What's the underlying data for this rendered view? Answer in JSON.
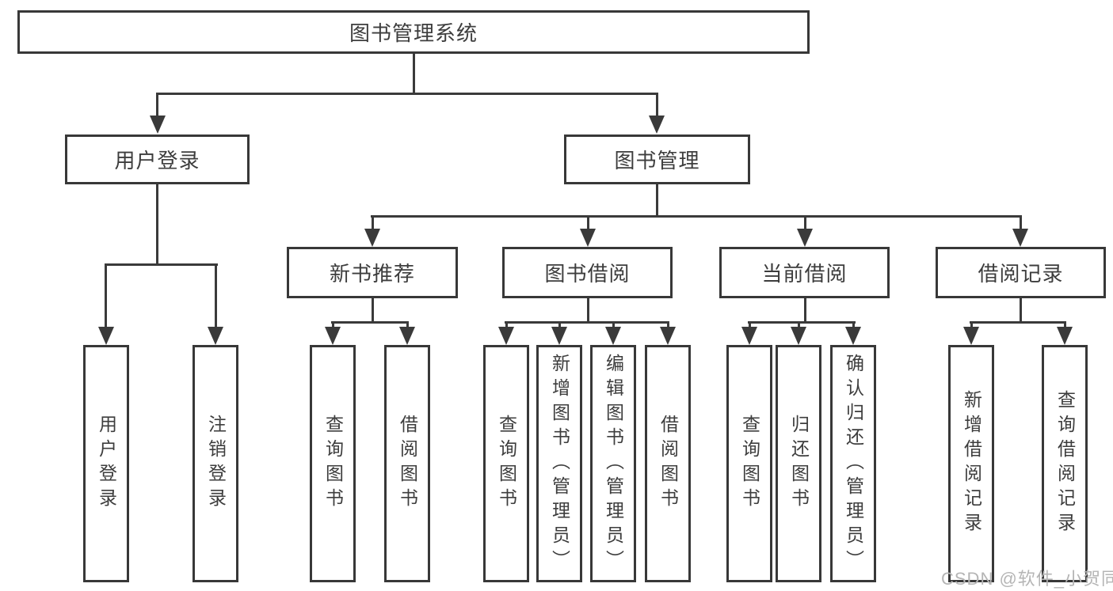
{
  "root": {
    "label": "图书管理系统"
  },
  "l2": [
    {
      "label": "用户登录"
    },
    {
      "label": "图书管理"
    }
  ],
  "l3": [
    {
      "label": "新书推荐"
    },
    {
      "label": "图书借阅"
    },
    {
      "label": "当前借阅"
    },
    {
      "label": "借阅记录"
    }
  ],
  "g1": [
    {
      "label": "用户登录"
    },
    {
      "label": "注销登录"
    }
  ],
  "g2": [
    {
      "label": "查询图书"
    },
    {
      "label": "借阅图书"
    }
  ],
  "g3": [
    {
      "label": "查询图书"
    },
    {
      "label": "新增图书（管理员）"
    },
    {
      "label": "编辑图书（管理员）"
    },
    {
      "label": "借阅图书"
    }
  ],
  "g4": [
    {
      "label": "查询图书"
    },
    {
      "label": "归还图书"
    },
    {
      "label": "确认归还（管理员）"
    }
  ],
  "g5": [
    {
      "label": "新增借阅记录"
    },
    {
      "label": "查询借阅记录"
    }
  ],
  "watermark": {
    "text": "CSDN @软件_小贺同学"
  },
  "colors": {
    "line": "#3a3a3a",
    "border": "#383838",
    "text": "#3d3d3d",
    "watermark": "#b5b5b5",
    "background": "#ffffff"
  }
}
